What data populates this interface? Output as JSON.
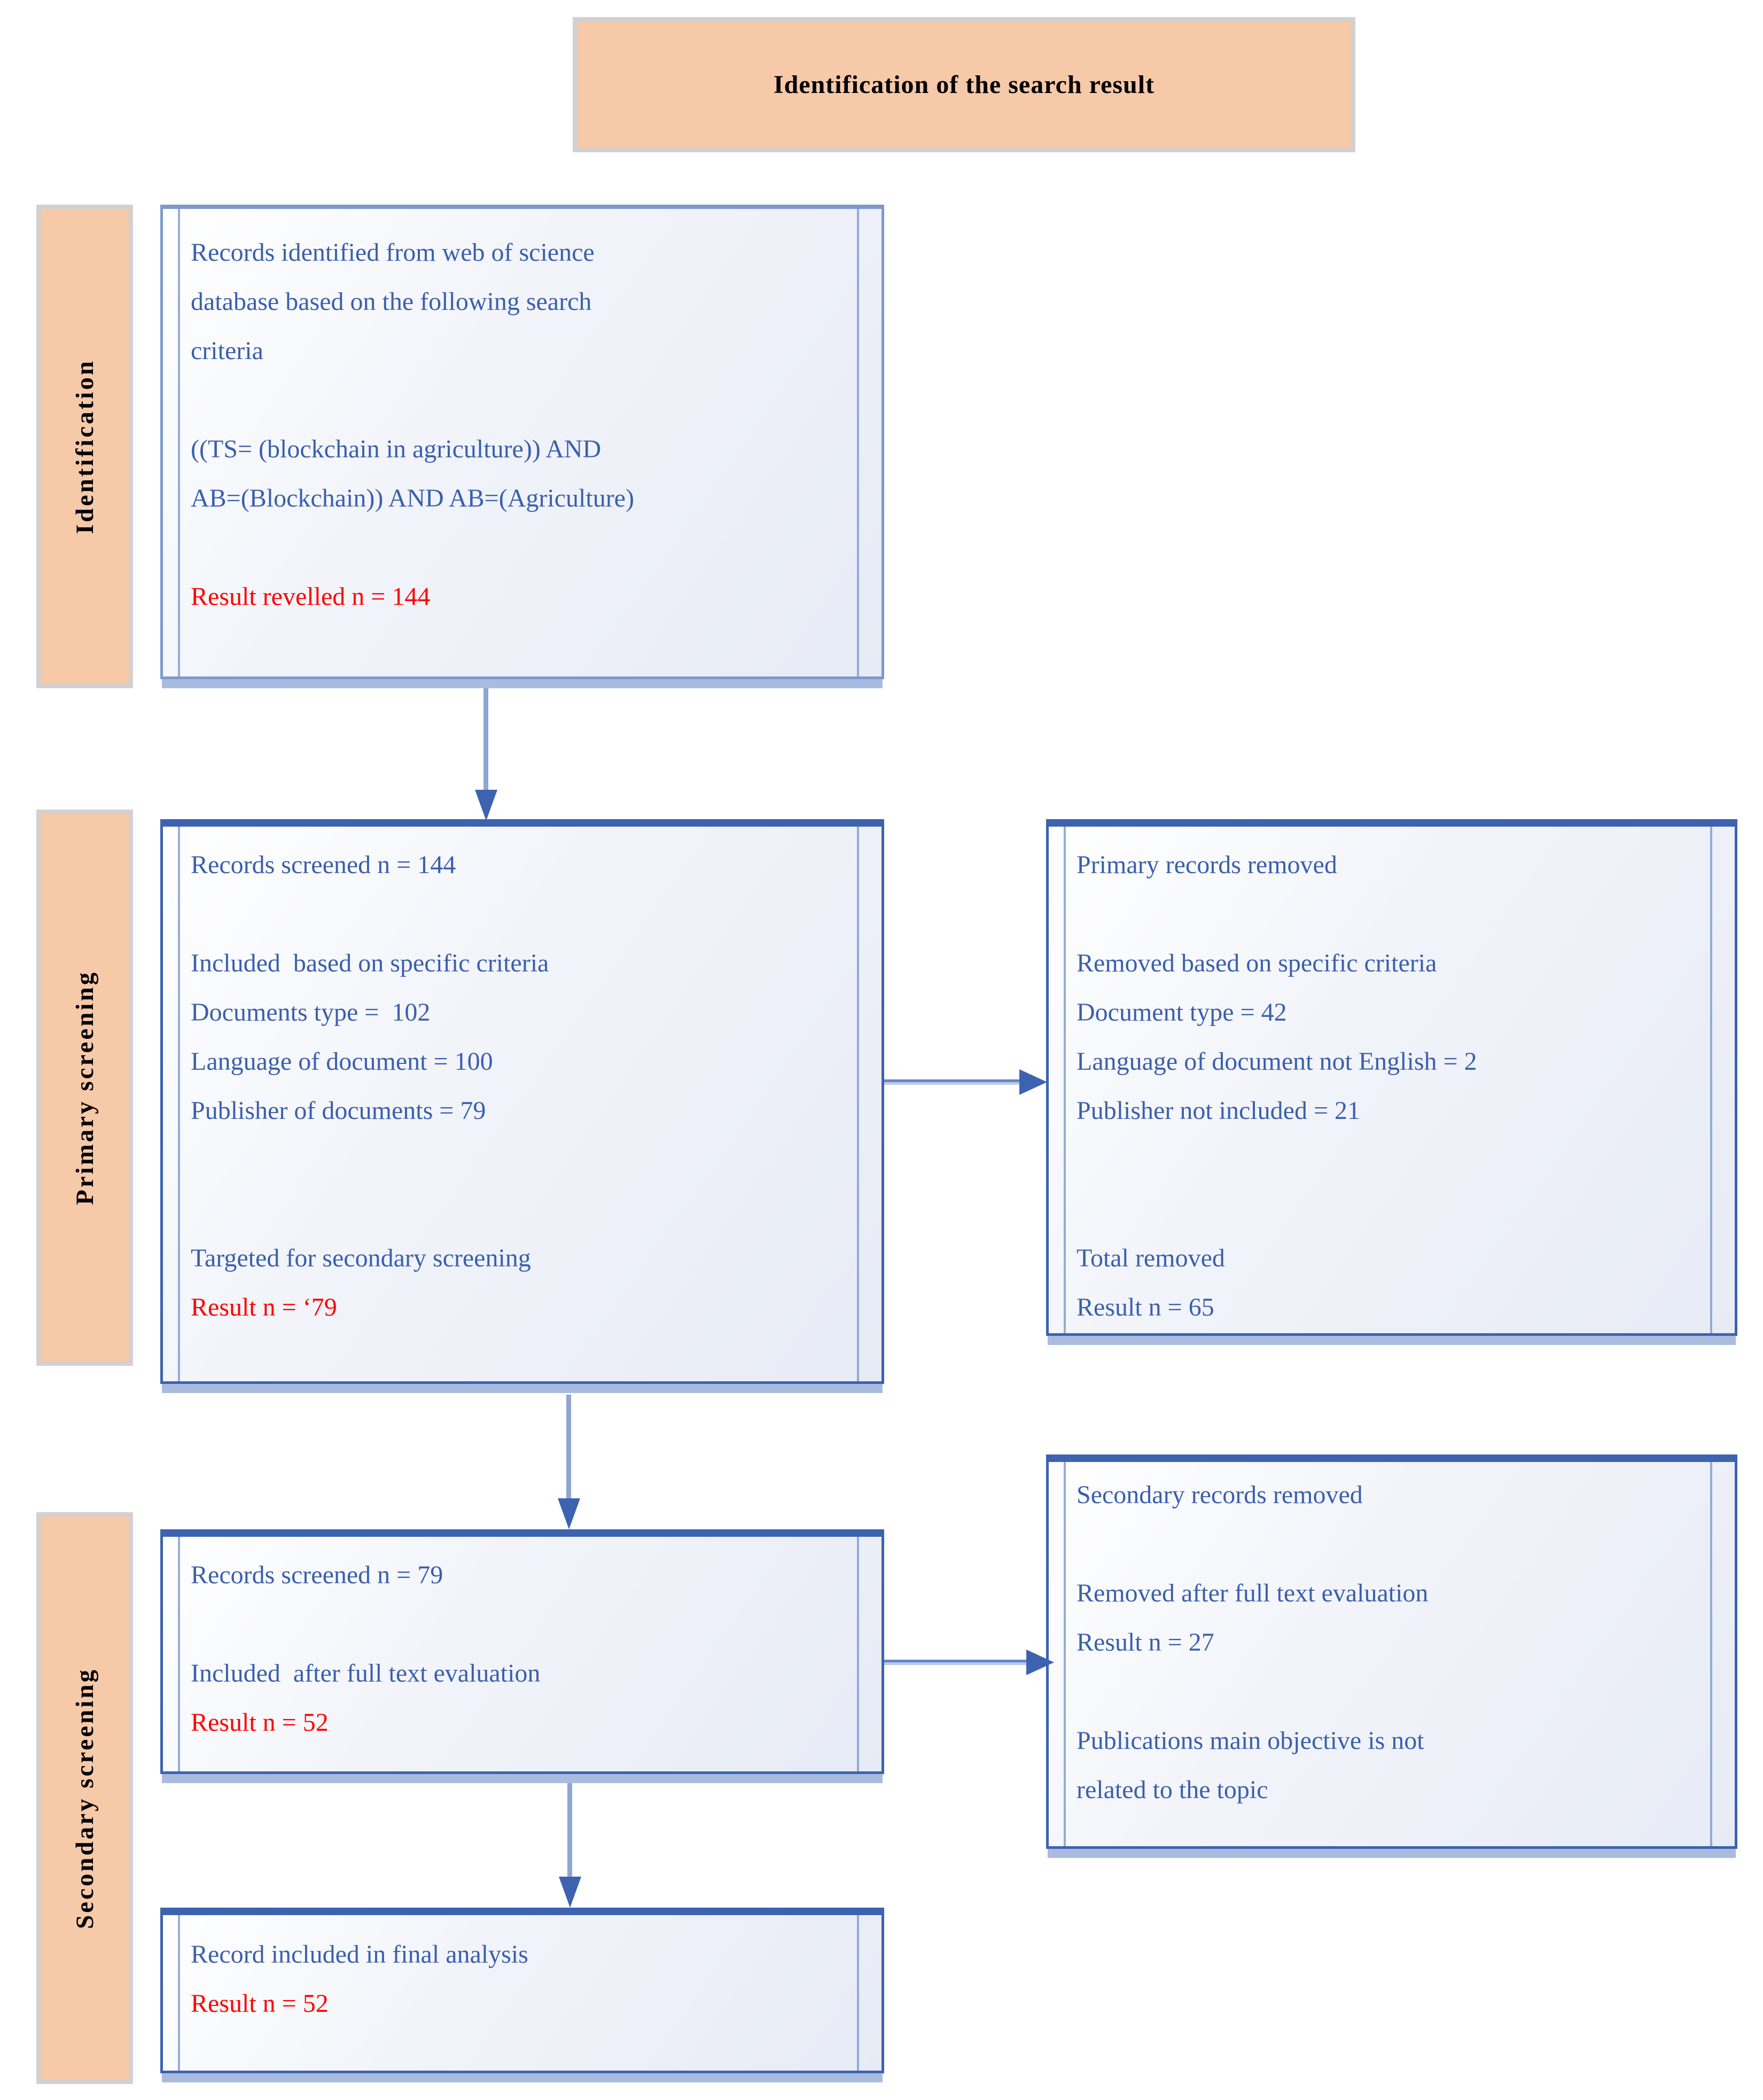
{
  "theme": {
    "peach_fill": "#F6C9A9",
    "peach_border": "#D2D0D0",
    "box_border_dark": "#3D63B0",
    "box_border_medium": "#7C99CE",
    "box_band_light": "#A9BBDE",
    "box_fill_start": "#F2F4FA",
    "box_fill_end": "#E7EBF5",
    "text_blue": "#3A5FAD",
    "text_red": "#FF0000",
    "arrow_shaft": "#8FA5D2",
    "arrow_head": "#3D63B0"
  },
  "title": {
    "text": "Identification of the search result"
  },
  "side_labels": [
    {
      "text": "Identification"
    },
    {
      "text": "Primary screening"
    },
    {
      "text": "Secondary screening"
    }
  ],
  "boxes": {
    "identified": {
      "lines": [
        {
          "text": "Records identified from web of science",
          "color": "blue"
        },
        {
          "text": "database based on the following search",
          "color": "blue"
        },
        {
          "text": "criteria",
          "color": "blue"
        },
        {
          "text": "",
          "color": "blue"
        },
        {
          "text": "((TS= (blockchain in agriculture)) AND",
          "color": "blue"
        },
        {
          "text": "AB=(Blockchain)) AND AB=(Agriculture)",
          "color": "blue"
        },
        {
          "text": "",
          "color": "blue"
        },
        {
          "text": "Result revelled n = 144",
          "color": "red"
        }
      ]
    },
    "primary_screened": {
      "lines": [
        {
          "text": "Records screened n = 144",
          "color": "blue"
        },
        {
          "text": "",
          "color": "blue"
        },
        {
          "text": "Included  based on specific criteria",
          "color": "blue"
        },
        {
          "text": "Documents type =  102",
          "color": "blue"
        },
        {
          "text": "Language of document = 100",
          "color": "blue"
        },
        {
          "text": "Publisher of documents = 79",
          "color": "blue"
        },
        {
          "text": "",
          "color": "blue"
        },
        {
          "text": "",
          "color": "blue"
        },
        {
          "text": "Targeted for secondary screening",
          "color": "blue"
        },
        {
          "text": "Result n = ‘79",
          "color": "red"
        }
      ]
    },
    "primary_removed": {
      "lines": [
        {
          "text": "Primary records removed",
          "color": "blue"
        },
        {
          "text": "",
          "color": "blue"
        },
        {
          "text": "Removed based on specific criteria",
          "color": "blue"
        },
        {
          "text": "Document type = 42",
          "color": "blue"
        },
        {
          "text": "Language of document not English = 2",
          "color": "blue"
        },
        {
          "text": "Publisher not included = 21",
          "color": "blue"
        },
        {
          "text": "",
          "color": "blue"
        },
        {
          "text": "",
          "color": "blue"
        },
        {
          "text": "Total removed",
          "color": "blue"
        },
        {
          "text": "Result n = 65",
          "color": "blue"
        }
      ]
    },
    "secondary_screened": {
      "lines": [
        {
          "text": "Records screened n = 79",
          "color": "blue"
        },
        {
          "text": "",
          "color": "blue"
        },
        {
          "text": "Included  after full text evaluation",
          "color": "blue"
        },
        {
          "text": "Result n = 52",
          "color": "red"
        }
      ]
    },
    "secondary_removed": {
      "lines": [
        {
          "text": "Secondary records removed",
          "color": "blue"
        },
        {
          "text": "",
          "color": "blue"
        },
        {
          "text": "Removed after full text evaluation",
          "color": "blue"
        },
        {
          "text": "Result n = 27",
          "color": "blue"
        },
        {
          "text": "",
          "color": "blue"
        },
        {
          "text": "Publications main objective is not",
          "color": "blue"
        },
        {
          "text": "related to the topic",
          "color": "blue"
        }
      ]
    },
    "final": {
      "lines": [
        {
          "text": "Record included in final analysis",
          "color": "blue"
        },
        {
          "text": "Result n = 52",
          "color": "red"
        }
      ]
    }
  }
}
